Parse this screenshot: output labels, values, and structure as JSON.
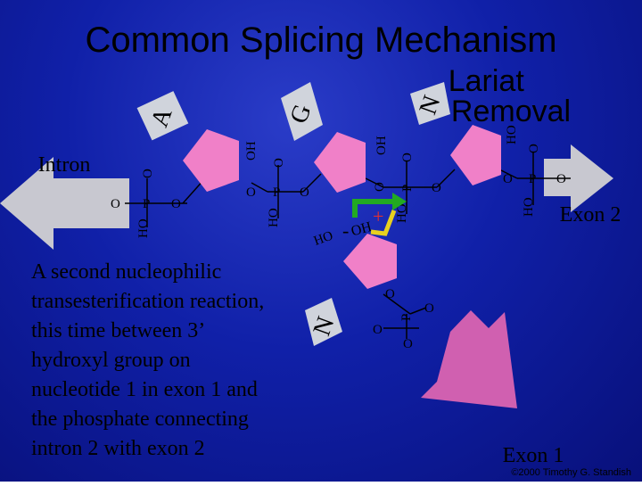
{
  "title": "Common Splicing Mechanism",
  "lariat_label": [
    "Lariat",
    "Removal"
  ],
  "intron_label": "Intron",
  "exon1_label": "Exon 1",
  "exon2_label": "Exon 2",
  "description_lines": [
    "A second nucleophilic",
    "transesterification reaction,",
    "this time between 3’",
    "hydroxyl group on",
    "nucleotide 1 in exon 1 and",
    "the phosphate connecting",
    "intron 2 with exon 2"
  ],
  "bases": {
    "a": "A",
    "g": "G",
    "n": "N",
    "n2": "N"
  },
  "chem": {
    "o": "O",
    "p": "P",
    "ho": "HO",
    "oh": "OH",
    "h": "H",
    "plus": "+",
    "minus": "-"
  },
  "copyright": "©2000 Timothy G. Standish",
  "colors": {
    "background": "#1020a8",
    "pentagon": "#f080c8",
    "arrow": "#c8c8d0",
    "exon1_arrow": "#d060b0",
    "attack_arrow": "#22aa22",
    "bracket": "#e8d020",
    "plus": "#e03030",
    "base_fill": "#d0d4dc"
  }
}
